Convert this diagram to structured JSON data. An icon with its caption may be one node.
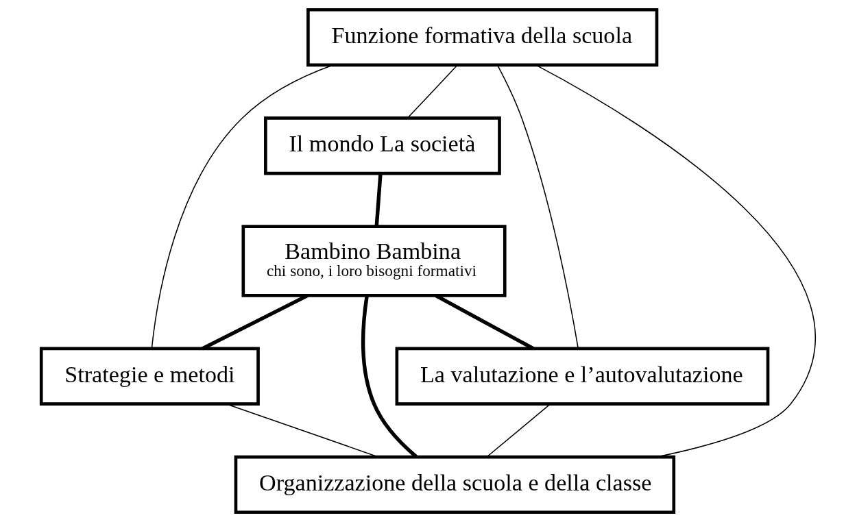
{
  "diagram": {
    "nodes": [
      {
        "text": [
          "Funzione formativa della scuola"
        ]
      },
      {
        "text": [
          "Il mondo La società"
        ]
      },
      {
        "text": [
          "Bambino Bambina",
          "chi sono, i loro bisogni formativi"
        ]
      },
      {
        "text": [
          "Strategie e metodi"
        ]
      },
      {
        "text": [
          "La valutazione e l’autovalutazione"
        ]
      },
      {
        "text": [
          "Organizzazione della scuola e della classe"
        ]
      }
    ],
    "edges": [
      {
        "from": 0,
        "to": 1,
        "arrow": "none"
      },
      {
        "from": 1,
        "to": 2,
        "arrow": "none",
        "style": "thick"
      },
      {
        "from": 2,
        "to": 3,
        "arrow": "none",
        "style": "thick"
      },
      {
        "from": 0,
        "to": 3,
        "arrow": "none"
      },
      {
        "from": 2,
        "to": 4,
        "arrow": "none",
        "style": "thick"
      },
      {
        "from": 2,
        "to": 5,
        "arrow": "none",
        "style": "thick"
      },
      {
        "from": 3,
        "to": 5,
        "arrow": "none"
      },
      {
        "from": 0,
        "to": 4,
        "arrow": "none"
      },
      {
        "from": 4,
        "to": 5,
        "arrow": "none"
      },
      {
        "from": 0,
        "to": 5,
        "arrow": "none"
      }
    ]
  }
}
